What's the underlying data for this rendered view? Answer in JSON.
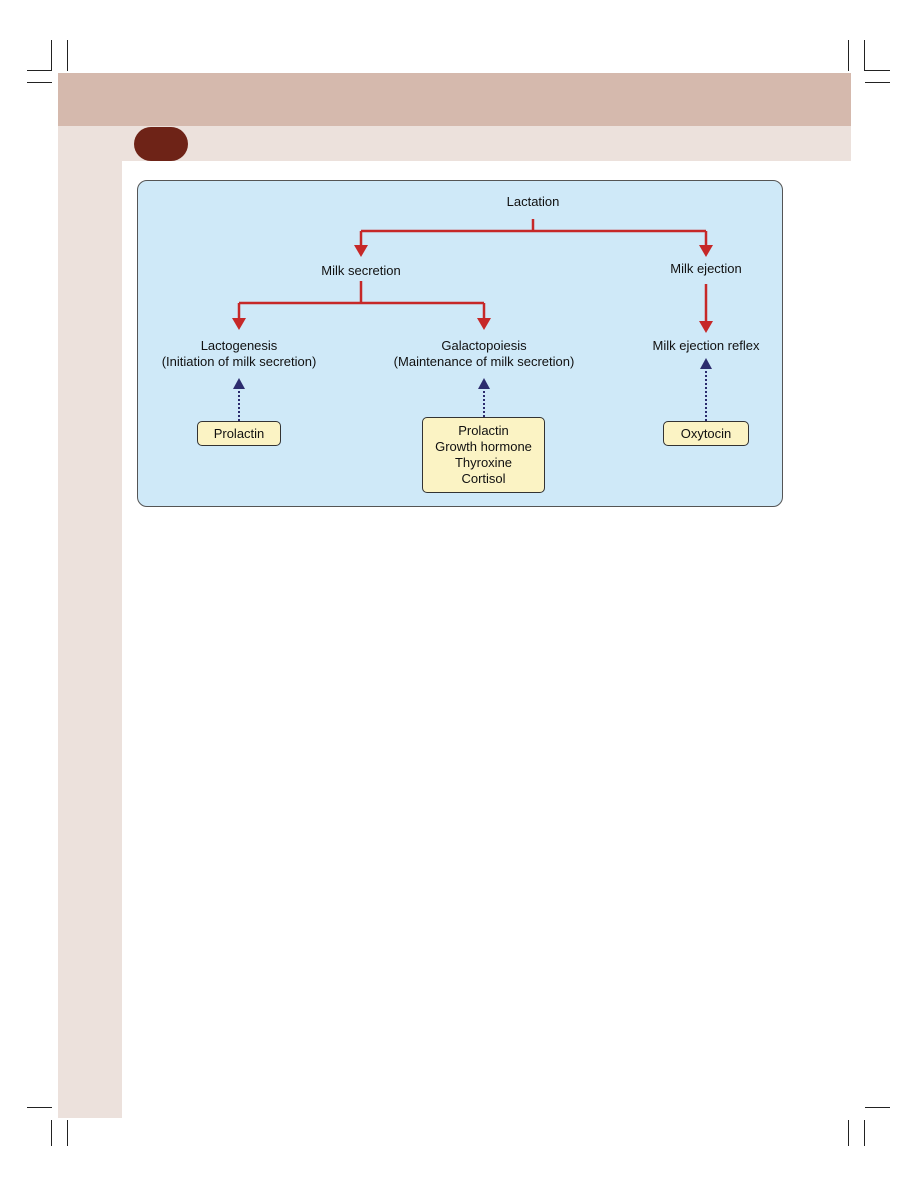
{
  "diagram": {
    "root": "Lactation",
    "branches": {
      "secretion": "Milk secretion",
      "ejection": "Milk ejection"
    },
    "processes": {
      "lactogenesis": {
        "title": "Lactogenesis",
        "subtitle": "(Initiation of milk secretion)"
      },
      "galactopoiesis": {
        "title": "Galactopoiesis",
        "subtitle": "(Maintenance of milk secretion)"
      },
      "ejection_reflex": {
        "title": "Milk ejection reflex"
      }
    },
    "hormones": {
      "lactogenesis": [
        "Prolactin"
      ],
      "galactopoiesis": [
        "Prolactin",
        "Growth hormone",
        "Thyroxine",
        "Cortisol"
      ],
      "ejection_reflex": [
        "Oxytocin"
      ]
    },
    "colors": {
      "arrow": "#c62828",
      "hormone_arrow": "#2c2c6e",
      "box_fill": "#fbf3c4",
      "figure_bg": "#cfe9f8"
    }
  }
}
